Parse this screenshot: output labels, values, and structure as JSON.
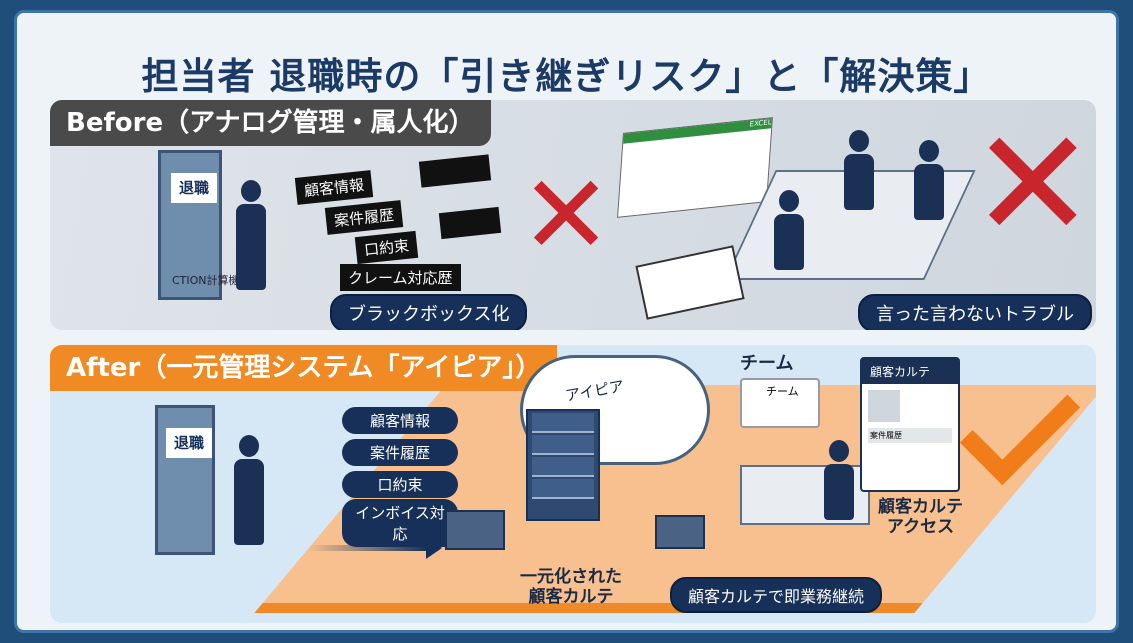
{
  "title": "担当者 退職時の「引き継ぎリスク」と「解決策」",
  "before": {
    "header": "Before（アナログ管理・属人化）",
    "door_sign": "退職",
    "floor_label": "CTION計算機",
    "lost_items": [
      "顧客情報",
      "案件履歴",
      "口約束",
      "クレーム対応歴"
    ],
    "caption_left": "ブラックボックス化",
    "spreadsheet_label": "EXCEL",
    "caption_right": "言った言わないトラブル",
    "mark_icon": "x-mark-icon",
    "mark_color": "#c8262c"
  },
  "after": {
    "header": "After（一元管理システム「アイピア」）",
    "door_sign": "退職",
    "data_items": [
      "顧客情報",
      "案件履歴",
      "口約束",
      "インボイス対応"
    ],
    "cloud_label": "アイピア",
    "team_title": "チーム",
    "team_card_label": "チーム",
    "unified_label_1": "一元化された",
    "unified_label_2": "顧客カルテ",
    "karte_card_title": "顧客カルテ",
    "karte_card_section": "案件履歴",
    "access_label_1": "顧客カルテ",
    "access_label_2": "アクセス",
    "caption": "顧客カルテで即業務継続",
    "mark_icon": "check-mark-icon",
    "mark_color": "#f07d1a"
  }
}
